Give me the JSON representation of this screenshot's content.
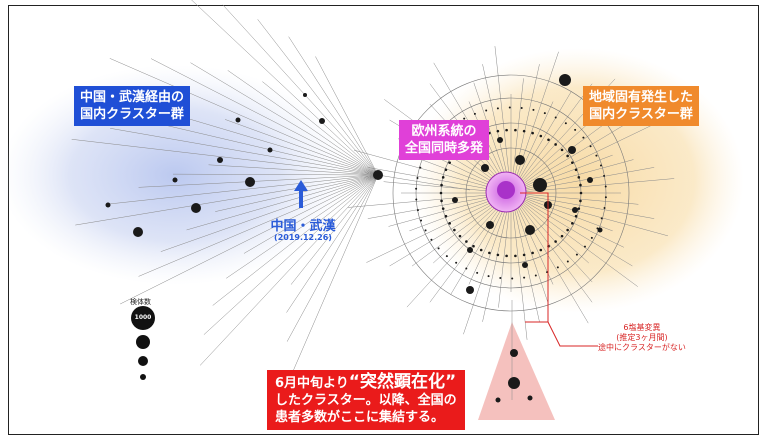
{
  "labels": {
    "wuhan_cluster": "中国・武漢経由の\n国内クラスター群",
    "europe_cluster": "欧州系統の\n全国同時多発",
    "local_cluster": "地域固有発生した\n国内クラスター群",
    "june_pre": "6月中旬より",
    "june_emph": "“突然顕在化”",
    "june_rest": "\nしたクラスター。以降、全国の\n患者多数がここに集結する。"
  },
  "origin": {
    "title": "中国・武漢",
    "date": "(2019.12.26)"
  },
  "mutation_note": "6塩基変異\n(推定3ヶ月間)\n途中にクラスターがない",
  "scale": {
    "title": "検体数",
    "values": [
      "1000",
      "",
      "",
      ""
    ]
  },
  "colors": {
    "wuhan": "#1f4fd6",
    "europe": "#e040d8",
    "local": "#f08a2c",
    "june": "#ea1b1b"
  }
}
